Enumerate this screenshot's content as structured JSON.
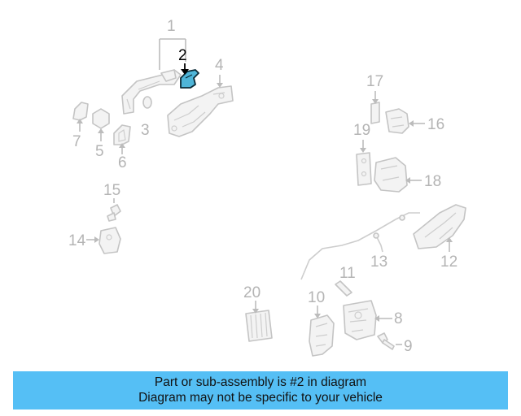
{
  "diagram": {
    "callouts": [
      "1",
      "2",
      "3",
      "4",
      "5",
      "6",
      "7",
      "8",
      "9",
      "10",
      "11",
      "12",
      "13",
      "14",
      "15",
      "16",
      "17",
      "18",
      "19",
      "20"
    ],
    "highlighted_part": "2",
    "highlight_color": "#4fb5d8"
  },
  "banner": {
    "line1": "Part or sub-assembly is #2 in diagram",
    "line2": "Diagram may not be specific to your vehicle",
    "background": "#55bff5"
  }
}
